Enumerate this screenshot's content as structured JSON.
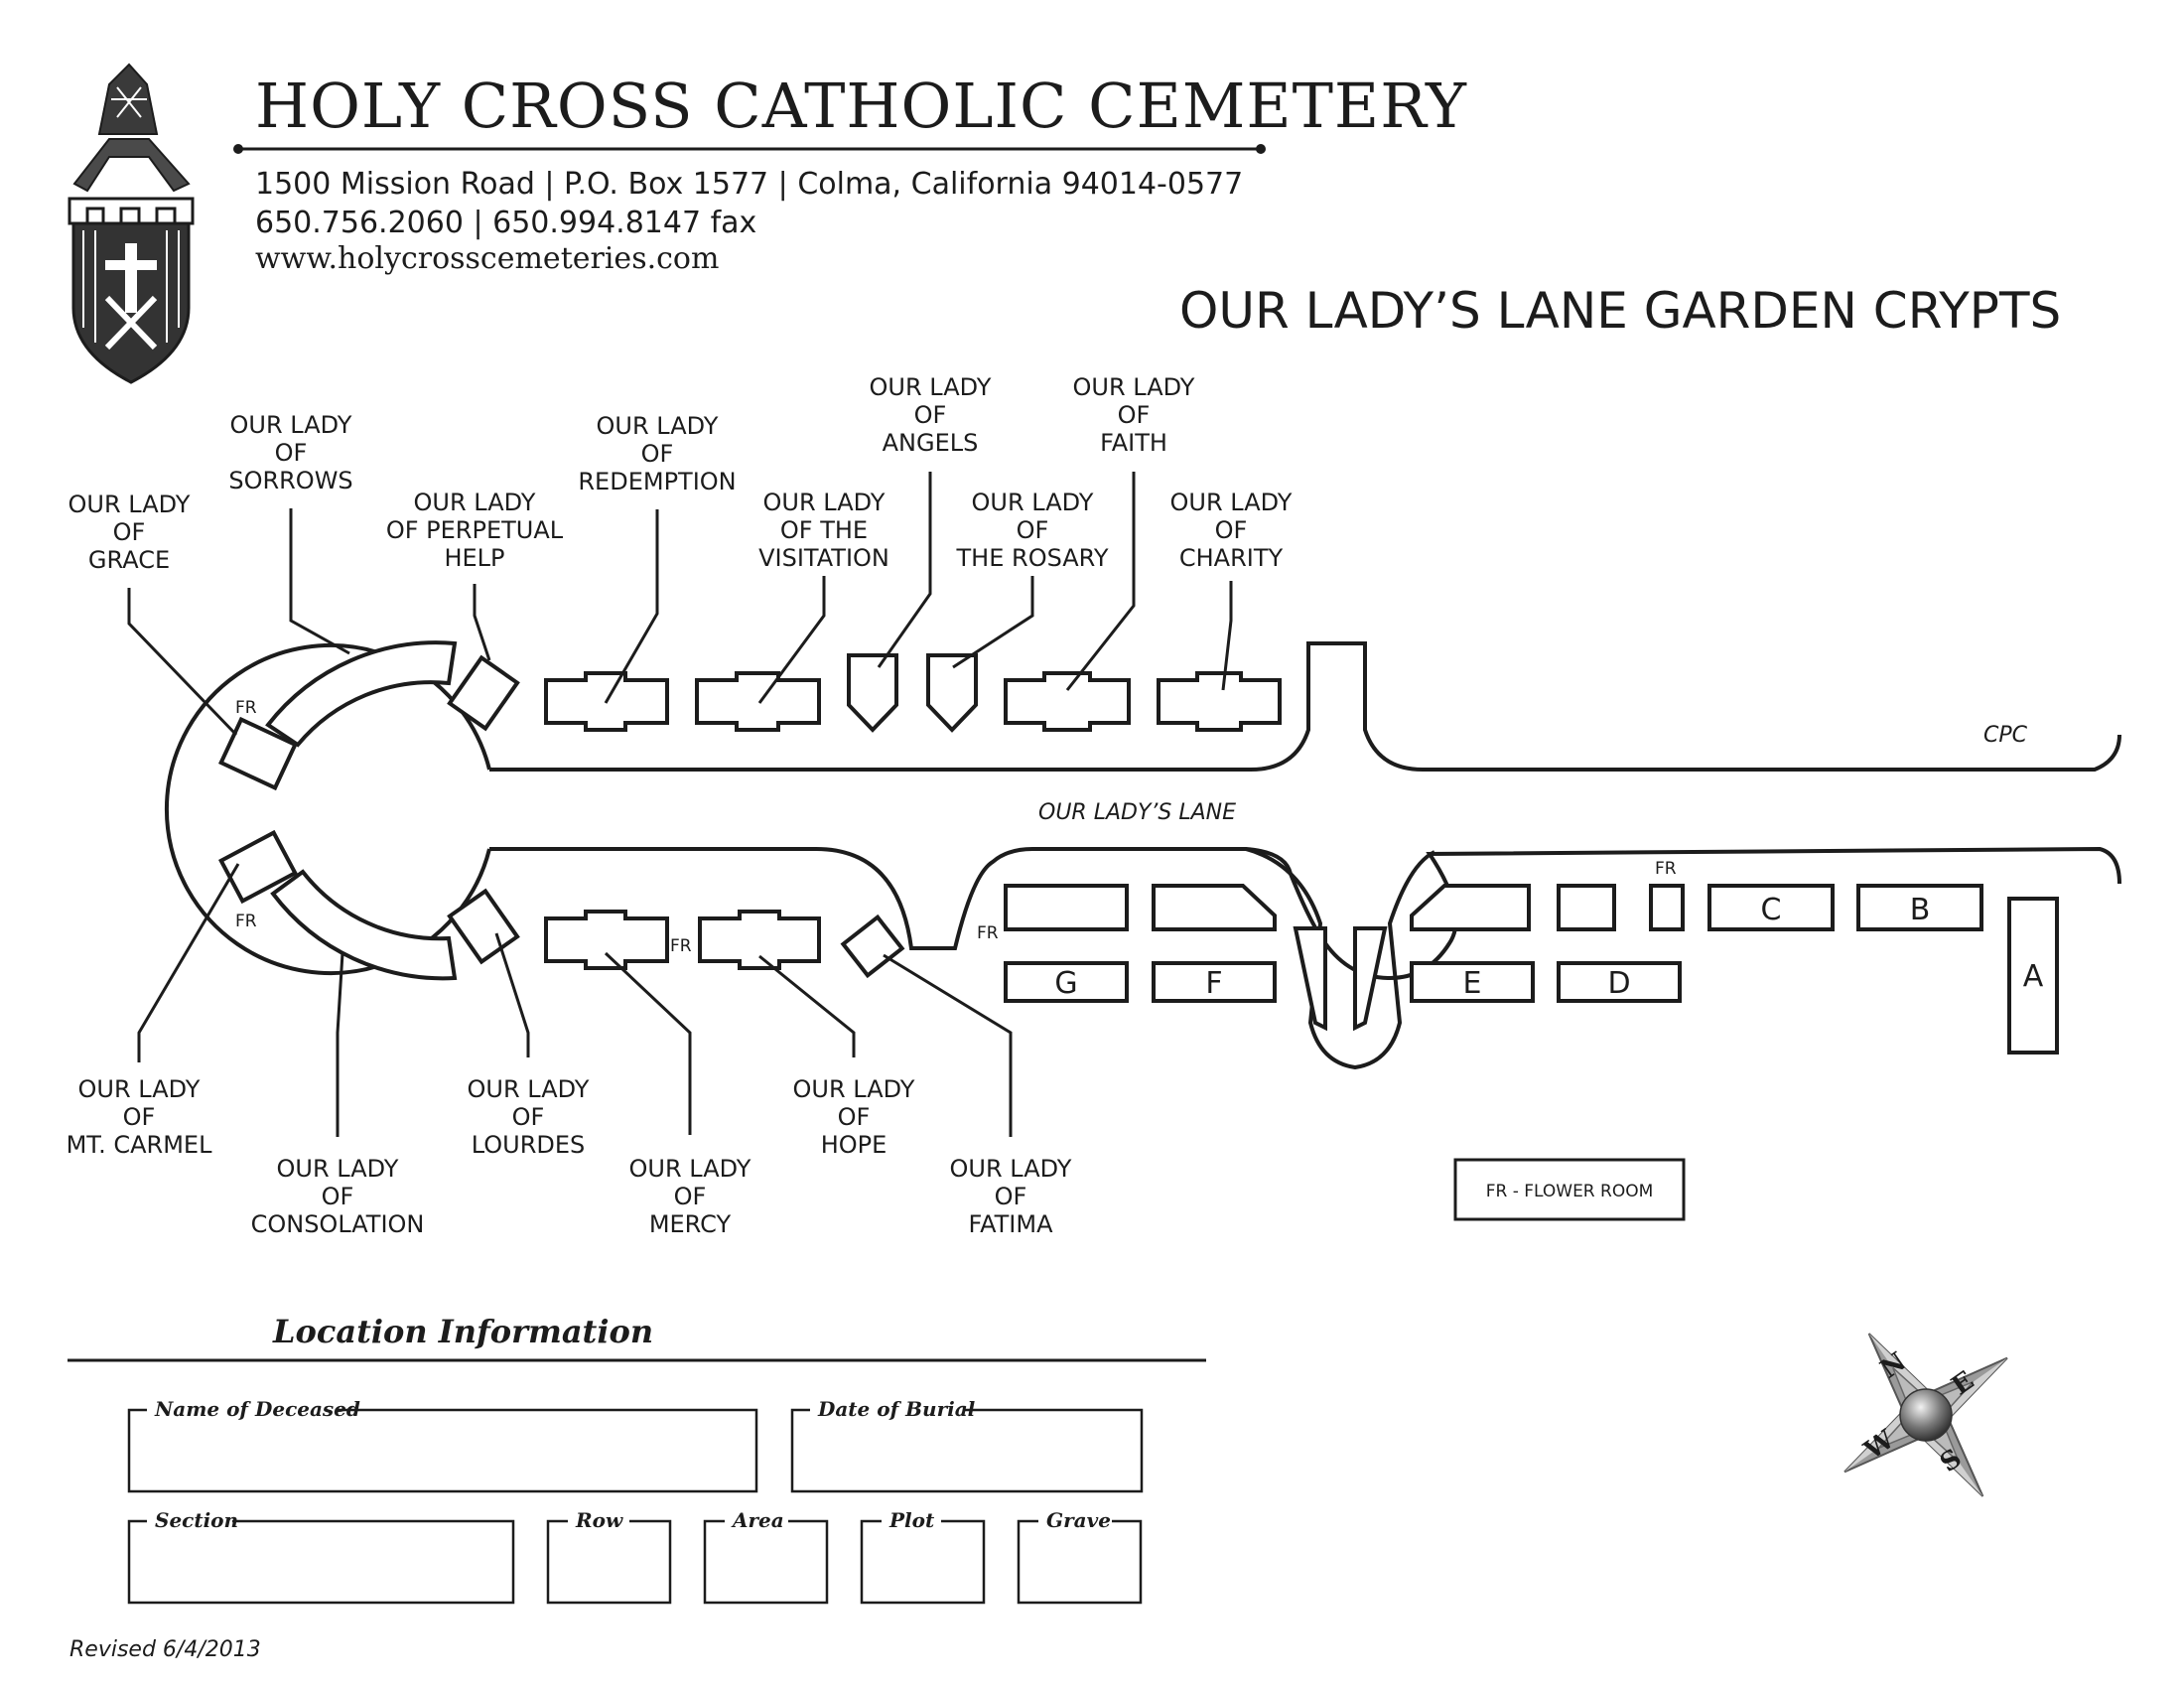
{
  "header": {
    "title": "HOLY CROSS CATHOLIC CEMETERY",
    "address": "1500 Mission Road | P.O. Box 1577 | Colma, California 94014-0577",
    "phone": "650.756.2060 | 650.994.8147 fax",
    "website": "www.holycrosscemeteries.com",
    "logo_icon": "cemetery-crest-icon"
  },
  "map": {
    "title": "OUR LADY’S LANE GARDEN CRYPTS",
    "road_labels": {
      "lane": "OUR LADY’S LANE",
      "cpc": "CPC"
    },
    "flower_room_abbrev": "FR",
    "crypts_north": [
      {
        "id": "grace",
        "lines": [
          "OUR LADY",
          "OF",
          "GRACE"
        ]
      },
      {
        "id": "sorrows",
        "lines": [
          "OUR LADY",
          "OF",
          "SORROWS"
        ]
      },
      {
        "id": "perpetual-help",
        "lines": [
          "OUR LADY",
          "OF PERPETUAL",
          "HELP"
        ]
      },
      {
        "id": "redemption",
        "lines": [
          "OUR LADY",
          "OF",
          "REDEMPTION"
        ]
      },
      {
        "id": "visitation",
        "lines": [
          "OUR LADY",
          "OF THE",
          "VISITATION"
        ]
      },
      {
        "id": "angels",
        "lines": [
          "OUR LADY",
          "OF",
          "ANGELS"
        ]
      },
      {
        "id": "rosary",
        "lines": [
          "OUR LADY",
          "OF",
          "THE ROSARY"
        ]
      },
      {
        "id": "faith",
        "lines": [
          "OUR LADY",
          "OF",
          "FAITH"
        ]
      },
      {
        "id": "charity",
        "lines": [
          "OUR LADY",
          "OF",
          "CHARITY"
        ]
      }
    ],
    "crypts_south": [
      {
        "id": "mt-carmel",
        "lines": [
          "OUR LADY",
          "OF",
          "MT. CARMEL"
        ]
      },
      {
        "id": "consolation",
        "lines": [
          "OUR LADY",
          "OF",
          "CONSOLATION"
        ]
      },
      {
        "id": "lourdes",
        "lines": [
          "OUR LADY",
          "OF",
          "LOURDES"
        ]
      },
      {
        "id": "mercy",
        "lines": [
          "OUR LADY",
          "OF",
          "MERCY"
        ]
      },
      {
        "id": "hope",
        "lines": [
          "OUR LADY",
          "OF",
          "HOPE"
        ]
      },
      {
        "id": "fatima",
        "lines": [
          "OUR LADY",
          "OF",
          "FATIMA"
        ]
      }
    ],
    "sections": [
      "A",
      "B",
      "C",
      "D",
      "E",
      "F",
      "G"
    ],
    "legend": "FR - FLOWER ROOM",
    "compass": {
      "n": "N",
      "e": "E",
      "s": "S",
      "w": "W"
    }
  },
  "form": {
    "heading": "Location Information",
    "fields": {
      "name": "Name of Deceased",
      "date": "Date of Burial",
      "section": "Section",
      "row": "Row",
      "area": "Area",
      "plot": "Plot",
      "grave": "Grave"
    }
  },
  "footer": {
    "revised": "Revised 6/4/2013"
  }
}
